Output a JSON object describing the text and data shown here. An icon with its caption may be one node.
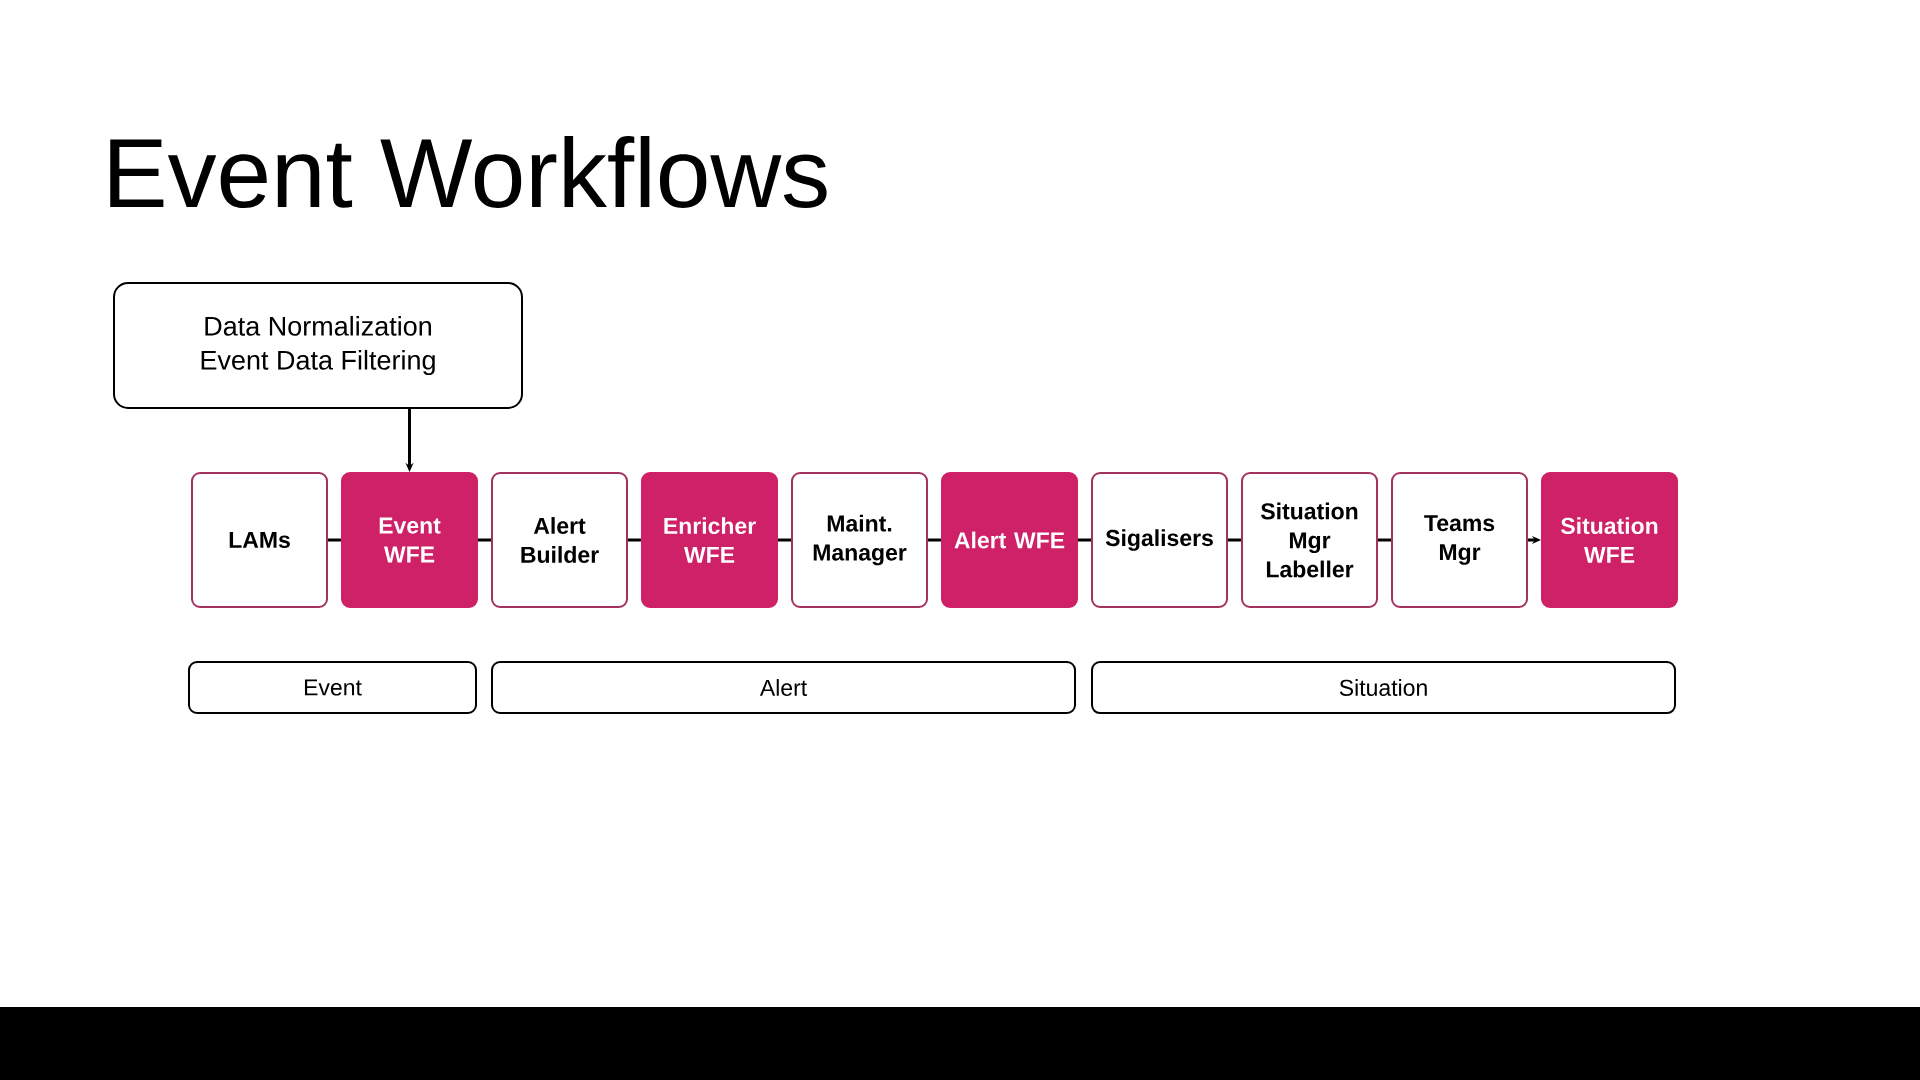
{
  "diagram": {
    "title": "Event Workflows",
    "nodes": [
      {
        "text": [
          "Data Normalization",
          "Event Data Filtering"
        ]
      },
      {
        "text": [
          "LAMs"
        ]
      },
      {
        "text": [
          "Event WFE"
        ]
      },
      {
        "text": [
          "Alert Builder"
        ]
      },
      {
        "text": [
          "Enricher WFE"
        ]
      },
      {
        "text": [
          "Maint. Manager"
        ]
      },
      {
        "text": [
          "Alert WFE"
        ]
      },
      {
        "text": [
          "Sigalisers"
        ]
      },
      {
        "text": [
          "Situation Mgr Labeller"
        ]
      },
      {
        "text": [
          "Teams Mgr"
        ]
      },
      {
        "text": [
          "Situation WFE"
        ]
      },
      {
        "text": [
          "Event"
        ]
      },
      {
        "text": [
          "Alert"
        ]
      },
      {
        "text": [
          "Situation"
        ]
      }
    ],
    "edges": [
      {
        "from": 0,
        "to": 2,
        "arrow": "to"
      },
      {
        "from": 1,
        "to": 2,
        "arrow": "none"
      },
      {
        "from": 2,
        "to": 3,
        "arrow": "none"
      },
      {
        "from": 3,
        "to": 4,
        "arrow": "none"
      },
      {
        "from": 4,
        "to": 5,
        "arrow": "none"
      },
      {
        "from": 5,
        "to": 6,
        "arrow": "none"
      },
      {
        "from": 6,
        "to": 7,
        "arrow": "none"
      },
      {
        "from": 7,
        "to": 8,
        "arrow": "none"
      },
      {
        "from": 8,
        "to": 9,
        "arrow": "none"
      },
      {
        "from": 9,
        "to": 10,
        "arrow": "to"
      }
    ]
  }
}
